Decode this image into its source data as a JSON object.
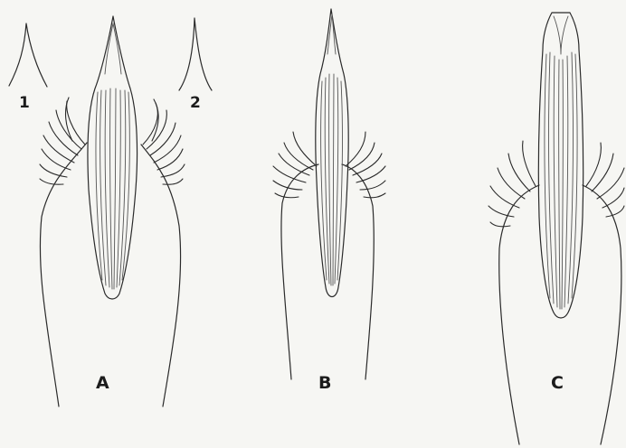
{
  "labels": {
    "inset_1": "1",
    "inset_2": "2",
    "panel_a": "A",
    "panel_b": "B",
    "panel_c": "C"
  },
  "colors": {
    "background": "#f6f6f3",
    "ink": "#1c1c1c",
    "fine_line": "#555555"
  }
}
